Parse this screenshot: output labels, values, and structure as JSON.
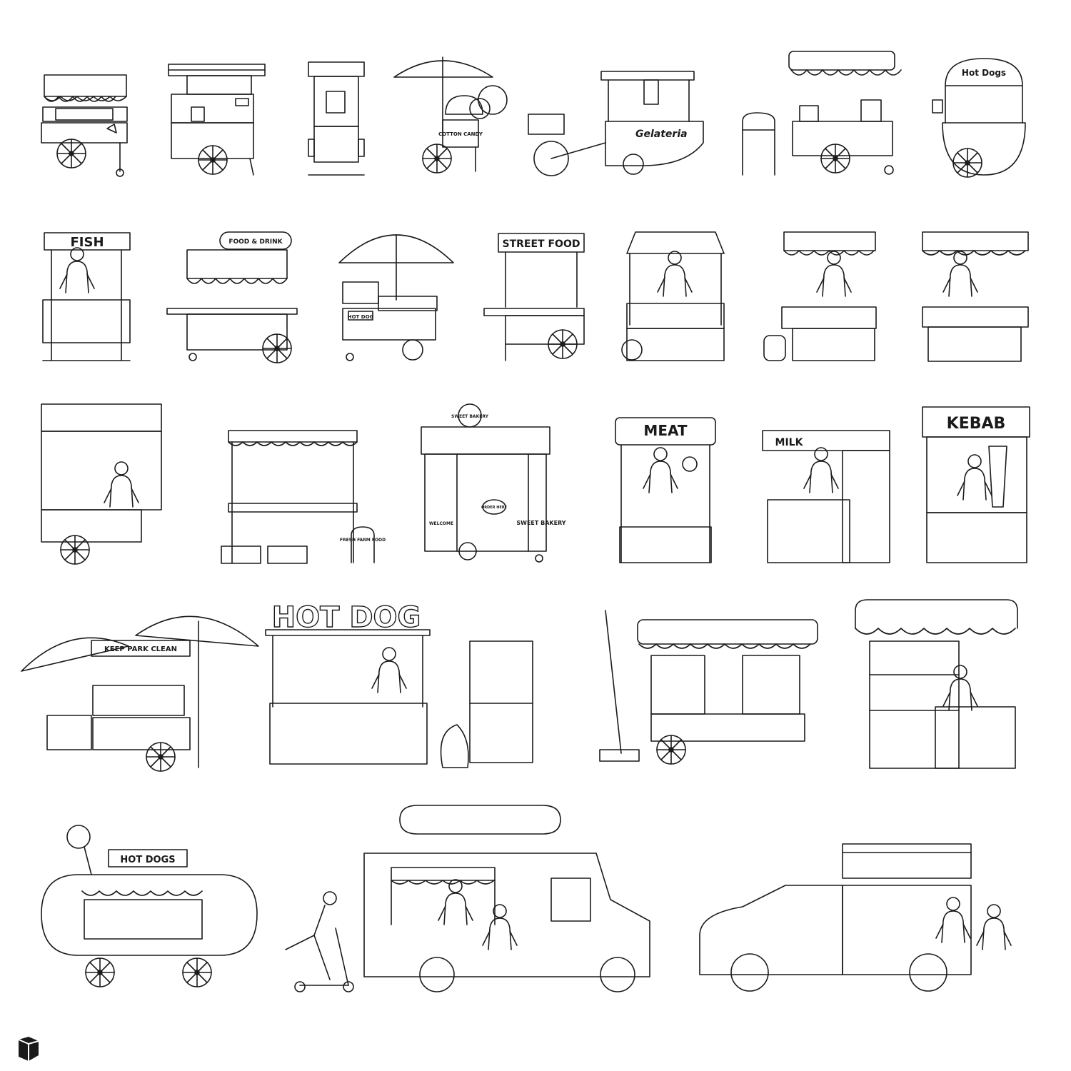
{
  "signs": {
    "hotdogs_round": "Hot Dogs",
    "cotton_candy": "COTTON CANDY",
    "gelateria": "Gelateria",
    "fish": "FISH",
    "food_drink": "FOOD & DRINK",
    "hot_dog_cart": "HOT DOG",
    "street_food": "STREET FOOD",
    "sweet_bakery": "SWEET BAKERY",
    "welcome": "WELCOME",
    "order_here": "ORDER HERE",
    "meat": "MEAT",
    "milk": "MILK",
    "kebab": "KEBAB",
    "fresh_farm_food": "FRESH FARM FOOD",
    "keep_park_clean": "KEEP PARK CLEAN",
    "hot_dog_big": "HOT DOG",
    "hot_dogs_trailer": "HOT DOGS"
  },
  "icons": {
    "logo": "cube-logo-icon"
  },
  "colors": {
    "line": "#1a1a1a",
    "background": "#ffffff"
  }
}
